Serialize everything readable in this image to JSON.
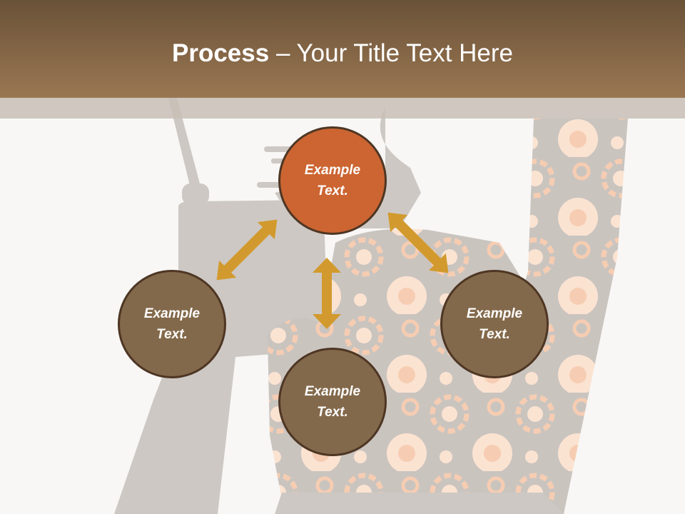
{
  "title": {
    "bold": "Process",
    "rest": " – Your Title Text Here"
  },
  "nodes": [
    {
      "id": "top",
      "text": "Example Text.",
      "color": "#cc6532"
    },
    {
      "id": "left",
      "text": "Example Text.",
      "color": "#83694b"
    },
    {
      "id": "right",
      "text": "Example Text.",
      "color": "#83694b"
    },
    {
      "id": "bottom",
      "text": "Example Text.",
      "color": "#83694b"
    }
  ],
  "colors": {
    "header": "#8a6c4b",
    "arrow": "#d29a2e",
    "node_border": "#4e3624",
    "background": "#f8f7f5"
  }
}
